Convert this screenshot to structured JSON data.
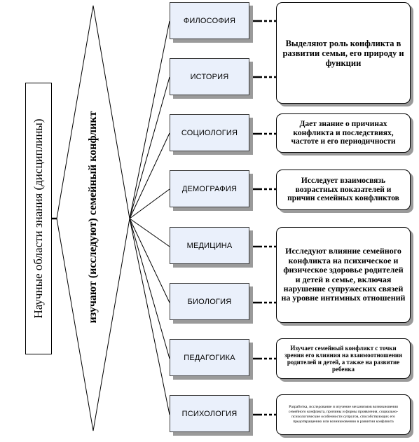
{
  "left_label": "Научные области знания (дисциплины)",
  "center_label": "изучают (исследуют) семейный конфликт",
  "disciplines": [
    "ФИЛОСОФИЯ",
    "ИСТОРИЯ",
    "СОЦИОЛОГИЯ",
    "ДЕМОГРАФИЯ",
    "МЕДИЦИНА",
    "БИОЛОГИЯ",
    "ПЕДАГОГИКА",
    "ПСИХОЛОГИЯ"
  ],
  "descriptions": [
    "Выделяют роль конфликта в развитии семьи, его природу и функции",
    "Дает знание о причинах конфликта и последствиях, частоте и его периодичности",
    "Исследует взаимосвязь возрастных показателей и причин семейных конфликтов",
    "Исследуют влияние семейного конфликта на психическое и физическое здоровье родителей и детей в семье, включая нарушение супружеских связей на уровне интимных отношений",
    "Изучает семейный конфликт с точки зрения его влияния на взаимоотношения родителей и детей, а также на развитие ребенка",
    "Разработка, исследование и изучение механизмов возникновения семейного конфликта, причины и формы проявления, социально-психологические особенности супругов, способствующих его предотвращению или возникновению в развитии конфликта"
  ]
}
